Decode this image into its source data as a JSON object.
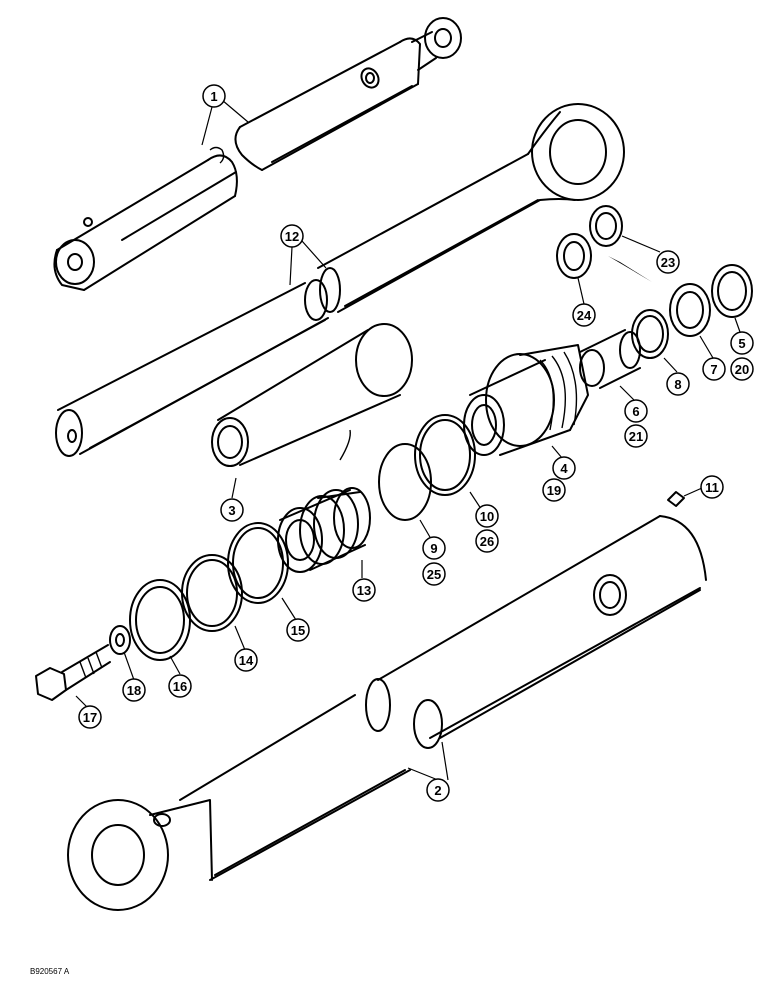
{
  "figure": {
    "reference_code": "B920567 A"
  },
  "callouts": [
    "1",
    "2",
    "3",
    "4",
    "5",
    "6",
    "7",
    "8",
    "9",
    "10",
    "11",
    "12",
    "13",
    "14",
    "15",
    "16",
    "17",
    "18",
    "19",
    "20",
    "21",
    "23",
    "24",
    "25",
    "26"
  ]
}
